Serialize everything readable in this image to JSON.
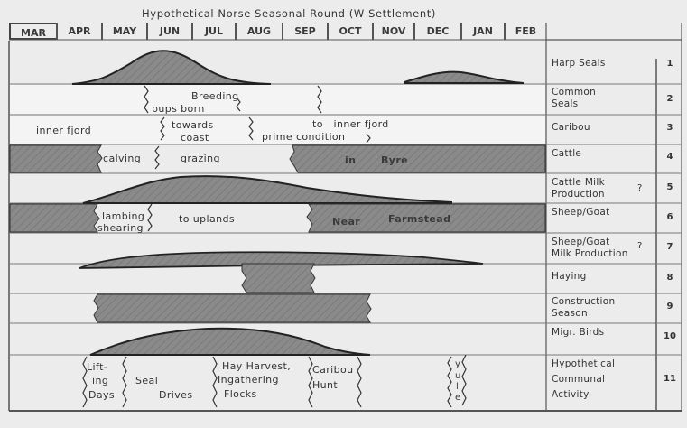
{
  "title": "Hypothetical Norse Seasonal Round (W Settlement)",
  "months": [
    "MAR",
    "APR",
    "MAY",
    "JUN",
    "JUL",
    "AUG",
    "SEP",
    "OCT",
    "NOV",
    "DEC",
    "JAN",
    "FEB"
  ],
  "rows": [
    {
      "num": "1",
      "label_lines": [
        "Harp Seals"
      ],
      "question": ""
    },
    {
      "num": "2",
      "label_lines": [
        "Common",
        "Seals"
      ],
      "question": ""
    },
    {
      "num": "3",
      "label_lines": [
        "Caribou"
      ],
      "question": ""
    },
    {
      "num": "4",
      "label_lines": [
        "Cattle"
      ],
      "question": ""
    },
    {
      "num": "5",
      "label_lines": [
        "Cattle Milk",
        "Production"
      ],
      "question": "?"
    },
    {
      "num": "6",
      "label_lines": [
        "Sheep/Goat"
      ],
      "question": ""
    },
    {
      "num": "7",
      "label_lines": [
        "Sheep/Goat",
        "Milk Production"
      ],
      "question": "?"
    },
    {
      "num": "8",
      "label_lines": [
        "Haying"
      ],
      "question": ""
    },
    {
      "num": "9",
      "label_lines": [
        "Construction",
        "Season"
      ],
      "question": ""
    },
    {
      "num": "10",
      "label_lines": [
        "Migr. Birds"
      ],
      "question": ""
    },
    {
      "num": "11",
      "label_lines": [
        "Hypothetical",
        "Communal",
        "Activity"
      ],
      "question": ""
    }
  ],
  "band_text": {
    "common_seals_breeding": "Breeding",
    "common_seals_pups": "pups born",
    "caribou_inner_fjord": "inner fjord",
    "caribou_towards": "towards",
    "caribou_coast": "coast",
    "caribou_to_inner": "to   inner fjord",
    "caribou_prime": "prime condition",
    "cattle_calving": "calving",
    "cattle_grazing": "grazing",
    "cattle_in": "in",
    "cattle_byre": "Byre",
    "sheep_lambing": "lambing",
    "sheep_shearing": "shearing",
    "sheep_uplands": "to uplands",
    "sheep_near": "Near",
    "sheep_farmstead": "Farmstead",
    "communal_lifting_1": "Lift-",
    "communal_lifting_2": "ing",
    "communal_lifting_3": "Days",
    "communal_seal": "Seal",
    "communal_drives": "Drives",
    "communal_hay_1": "Hay Harvest,",
    "communal_hay_2": "Ingathering",
    "communal_hay_3": "Flocks",
    "communal_caribou_1": "Caribou",
    "communal_caribou_2": "Hunt",
    "communal_yule": [
      "y",
      "u",
      "l",
      "e"
    ]
  },
  "chart_data": {
    "type": "table",
    "title": "Hypothetical Norse Seasonal Round (W Settlement)",
    "columns": [
      "MAR",
      "APR",
      "MAY",
      "JUN",
      "JUL",
      "AUG",
      "SEP",
      "OCT",
      "NOV",
      "DEC",
      "JAN",
      "FEB"
    ],
    "series": [
      {
        "row": 1,
        "name": "Harp Seals",
        "kind": "abundance curve",
        "segments": [
          {
            "start": "APR",
            "end": "AUG",
            "peak": "JUN"
          },
          {
            "start": "NOV",
            "end": "JAN",
            "peak": "DEC",
            "relative_height": "low"
          }
        ]
      },
      {
        "row": 2,
        "name": "Common Seals",
        "kind": "phases",
        "segments": [
          {
            "start": "JUN",
            "end": "SEP",
            "label": "Breeding / pups born"
          }
        ]
      },
      {
        "row": 3,
        "name": "Caribou",
        "kind": "phases",
        "segments": [
          {
            "start": "MAR",
            "end": "JUN",
            "label": "inner fjord"
          },
          {
            "start": "JUN",
            "end": "AUG",
            "label": "towards coast"
          },
          {
            "start": "AUG",
            "end": "NOV",
            "label": "to inner fjord / prime condition"
          }
        ]
      },
      {
        "row": 4,
        "name": "Cattle",
        "kind": "phases",
        "segments": [
          {
            "start": "MAR",
            "end": "MAY",
            "label": "in Byre",
            "shaded": true
          },
          {
            "start": "MAY",
            "end": "JUN",
            "label": "calving"
          },
          {
            "start": "JUN",
            "end": "SEP",
            "label": "grazing"
          },
          {
            "start": "SEP",
            "end": "FEB",
            "label": "in Byre",
            "shaded": true
          }
        ]
      },
      {
        "row": 5,
        "name": "Cattle Milk Production",
        "kind": "abundance curve",
        "uncertain": true,
        "segments": [
          {
            "start": "MAY",
            "end": "NOV",
            "peak": "JUL"
          }
        ]
      },
      {
        "row": 6,
        "name": "Sheep/Goat",
        "kind": "phases",
        "segments": [
          {
            "start": "MAR",
            "end": "MAY",
            "label": "Near Farmstead",
            "shaded": true
          },
          {
            "start": "MAY",
            "end": "JUN",
            "label": "lambing shearing"
          },
          {
            "start": "JUN",
            "end": "SEP",
            "label": "to uplands"
          },
          {
            "start": "SEP",
            "end": "FEB",
            "label": "Near Farmstead",
            "shaded": true
          }
        ]
      },
      {
        "row": 7,
        "name": "Sheep/Goat Milk Production",
        "kind": "abundance curve",
        "uncertain": true,
        "segments": [
          {
            "start": "MAY",
            "end": "DEC",
            "peak": "JUL",
            "relative_height": "low"
          }
        ]
      },
      {
        "row": 8,
        "name": "Haying",
        "kind": "period",
        "segments": [
          {
            "start": "AUG",
            "end": "SEP"
          }
        ]
      },
      {
        "row": 9,
        "name": "Construction Season",
        "kind": "period",
        "segments": [
          {
            "start": "MAY",
            "end": "NOV"
          }
        ]
      },
      {
        "row": 10,
        "name": "Migr. Birds",
        "kind": "abundance curve",
        "segments": [
          {
            "start": "MAY",
            "end": "NOV",
            "peak": "JUL"
          }
        ]
      },
      {
        "row": 11,
        "name": "Hypothetical Communal Activity",
        "kind": "phases",
        "segments": [
          {
            "start": "MAY",
            "end": "MAY",
            "label": "Lifting Days"
          },
          {
            "start": "MAY",
            "end": "JUL",
            "label": "Seal Drives"
          },
          {
            "start": "JUL",
            "end": "SEP",
            "label": "Hay Harvest, Ingathering Flocks"
          },
          {
            "start": "SEP",
            "end": "OCT",
            "label": "Caribou Hunt"
          },
          {
            "start": "DEC",
            "end": "DEC",
            "label": "yule"
          }
        ]
      }
    ]
  }
}
